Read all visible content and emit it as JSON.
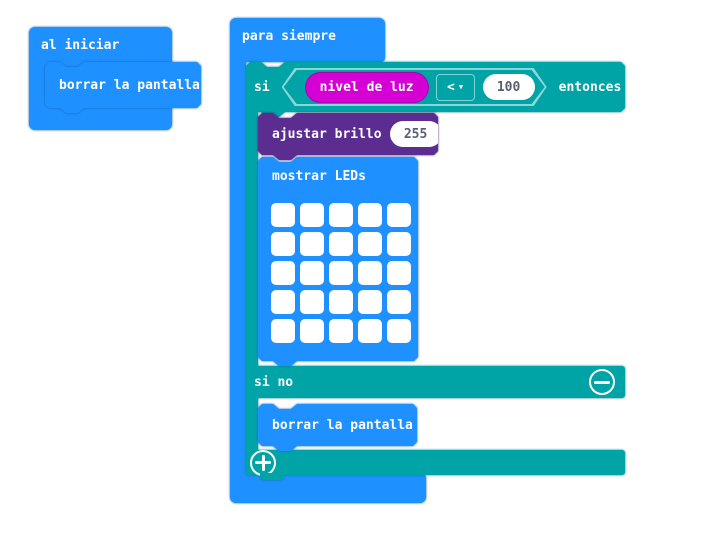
{
  "workspace": {
    "background": "#FFFFFF"
  },
  "palette": {
    "basic_blue": "#1E90FF",
    "logic_teal": "#00A4A6",
    "led_purple": "#5C2D91",
    "input_magenta": "#D400D4",
    "field_text": "#575E75",
    "block_text": "#FFFFFF"
  },
  "on_start": {
    "label": "al iniciar",
    "body": [
      {
        "label": "borrar la pantalla"
      }
    ]
  },
  "forever": {
    "label": "para siempre"
  },
  "if_block": {
    "if_label": "si",
    "condition": {
      "variable": "nivel de luz",
      "operator": "<",
      "value": "100"
    },
    "then_label": "entonces",
    "else_label": "si no"
  },
  "set_brightness": {
    "label": "ajustar brillo",
    "value": "255"
  },
  "show_leds": {
    "label": "mostrar LEDs",
    "grid": [
      [
        0,
        0,
        0,
        0,
        0
      ],
      [
        0,
        0,
        0,
        0,
        0
      ],
      [
        0,
        0,
        0,
        0,
        0
      ],
      [
        0,
        0,
        0,
        0,
        0
      ],
      [
        0,
        0,
        0,
        0,
        0
      ]
    ]
  },
  "else_body": [
    {
      "label": "borrar la pantalla"
    }
  ],
  "icons": {
    "dropdown_arrow": "▼",
    "collapse": "minus-circle-icon",
    "expand": "plus-circle-icon"
  }
}
